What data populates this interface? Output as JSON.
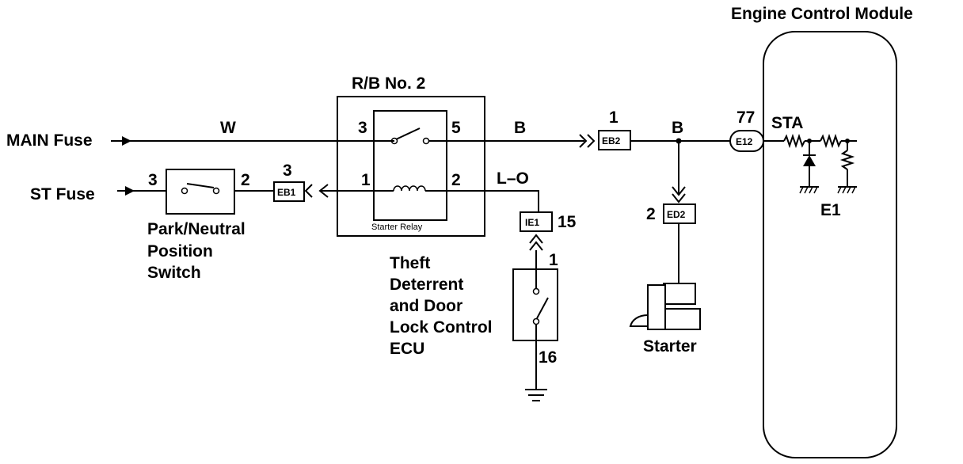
{
  "title": "Engine Control Module",
  "fuses": {
    "main": "MAIN Fuse",
    "st": "ST Fuse"
  },
  "wires": {
    "w": "W",
    "b1": "B",
    "b2": "B",
    "lo": "L–O"
  },
  "relay_block": {
    "title": "R/B No. 2",
    "relay_label": "Starter Relay",
    "pin3": "3",
    "pin5": "5",
    "pin1": "1",
    "pin2": "2"
  },
  "switch": {
    "line1": "Park/Neutral",
    "line2": "Position",
    "line3": "Switch",
    "pin3": "3",
    "pin2": "2"
  },
  "connectors": {
    "eb1": {
      "name": "EB1",
      "pin": "3"
    },
    "eb2": {
      "name": "EB2",
      "pin": "1"
    },
    "ed2": {
      "name": "ED2",
      "pin": "2"
    },
    "ie1": {
      "name": "IE1",
      "pin": "15"
    },
    "e12": {
      "name": "E12",
      "pin": "77"
    }
  },
  "ecu": {
    "line1": "Theft",
    "line2": "Deterrent",
    "line3": "and Door",
    "line4": "Lock Control",
    "line5": "ECU",
    "pin_top": "1",
    "pin_bottom": "16"
  },
  "starter": {
    "label": "Starter"
  },
  "ecm": {
    "sta": "STA",
    "e1": "E1"
  }
}
